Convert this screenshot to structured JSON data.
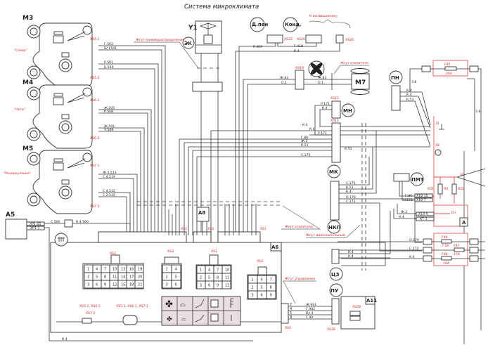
{
  "title": "Система микроклимата",
  "components": {
    "m3": "M3",
    "m4": "M4",
    "m5": "M5",
    "y1": "Y1",
    "ek": "ЭК",
    "dpen": "Д.пен",
    "kond": "Конд.",
    "m7": "M7",
    "mn": "МН",
    "mk": "МК",
    "nkp": "НКП",
    "cz": "ЦЗ",
    "pu": "ПУ",
    "pn": "ПН",
    "pmt": "ПМТ",
    "a5": "A5",
    "a6": "A6",
    "a8": "A8",
    "a11": "A11",
    "a": "A"
  },
  "damper_labels": {
    "m3": "\"Слева\"",
    "m4": "\"Ноги\"",
    "m5": "\"Рециркуляция\""
  },
  "harness_labels": {
    "pneumo": "Жгут пневмораспределения",
    "to_ac": "К кондиционеру",
    "heater_top": "Жгут отопителя",
    "heater_mid": "Жгут отопителя",
    "additional": "Жгут дополнительный",
    "control": "Жгут управления"
  },
  "connectors": {
    "xs51": "XS5.1",
    "xs52": "XS5.2",
    "xs61": "XS6.1",
    "xs62": "XS6.2",
    "xs71": "XS7.1",
    "xs72": "XS7.2",
    "xs22": "XS22",
    "xs25": "XS25",
    "xs26": "XS26",
    "xs19": "XS19",
    "xs12": "XS12",
    "xp11": "XP11",
    "xs2": "XS2",
    "xs3": "XS3",
    "xs1": "XS1",
    "xs4": "XS4",
    "xs28": "XS28",
    "xp115": "XP1-15",
    "xp11b": "XP1-1",
    "x149": "X14-9",
    "kt1": "КТ-1",
    "x1815": "X18-15",
    "x187": "X18-7",
    "legend1": "XS5.2, XS6.2",
    "legend2": "XS7.2",
    "legend3": "XS5.1, XS6.1, XS7.1"
  },
  "wires": {
    "m3": [
      "Г.502",
      "Б/Ч.501",
      "Р.501",
      "Б.504"
    ],
    "m4": [
      "Ж.505",
      "Р.508",
      "Ж.501",
      "З.508"
    ],
    "m5": [
      "Ж.4.513",
      "С.4.514",
      "С.4.515",
      "С.2.516"
    ],
    "top": [
      "Р.409",
      "Г.418",
      "К.4"
    ],
    "fan": [
      "Ж.83",
      "О.1",
      "Ж.83",
      "О.1"
    ],
    "mn": [
      "Р.171",
      "К.4"
    ],
    "mk_left": [
      "К.4",
      "К.4",
      "Р.171",
      "Г.80",
      "Ж.2",
      "К.51",
      "К.51",
      "С.175"
    ],
    "pn": [
      "К.4",
      "К.4",
      "К.51"
    ],
    "ground": [
      "К.4",
      "К.4",
      "К.4"
    ],
    "nkp": [
      "С.175",
      "К.51",
      "К.4",
      "О.179",
      "С.172"
    ],
    "pmt": [
      "Г.80",
      "Р.171"
    ],
    "a_block": [
      "Ж.2",
      "К.4"
    ],
    "fuse_block": [
      "О.179",
      "С.172",
      "К.4"
    ],
    "cz": [
      "К.4",
      "К.4"
    ],
    "control": [
      "Ж.901",
      "Г.902",
      "Вл.4",
      "Г.90"
    ],
    "a5": [
      "С.500",
      "К.4.500"
    ],
    "bottom": "К.4",
    "pn_vertical": "З.8",
    "right_vertical": "З.8"
  },
  "terminals": {
    "t31": "31",
    "t58": "58",
    "t30": "30",
    "dplus": "D+"
  },
  "fuses": {
    "f45": "F45",
    "f45_rating": "20A",
    "f46": "F46",
    "f46_rating": "7.5A",
    "f47": "F47",
    "f47_rating": "15A",
    "f48": "F48",
    "f48_rating": "10A",
    "r1": "R21",
    "r2": "R4",
    "r3": "R22"
  },
  "pin_grids": {
    "xs2": [
      [
        "1",
        "4",
        "7",
        "10",
        "13",
        "16",
        "19"
      ],
      [
        "2",
        "5",
        "8",
        "11",
        "14",
        "17",
        "20"
      ],
      [
        "3",
        "6",
        "9",
        "12",
        "15",
        "18",
        "21"
      ]
    ],
    "xs3": [
      [
        "1",
        "4"
      ],
      [
        "2",
        "5"
      ],
      [
        "3",
        "6"
      ]
    ],
    "xs1": [
      [
        "1",
        "4",
        "7",
        "10"
      ],
      [
        "2",
        "5",
        "8",
        "11"
      ],
      [
        "3",
        "6",
        "9",
        "12"
      ]
    ],
    "xs4": [
      [
        "1",
        "4",
        "7"
      ],
      [
        "2",
        "5",
        "8"
      ],
      [
        "3",
        "6",
        "9"
      ]
    ]
  },
  "control_pins": [
    "7",
    "4",
    "5",
    "8"
  ],
  "colors": {
    "wire": "#333333",
    "label_red": "#dd2222",
    "power_line": "#e05555",
    "panel_fill": "#e8dde3"
  }
}
